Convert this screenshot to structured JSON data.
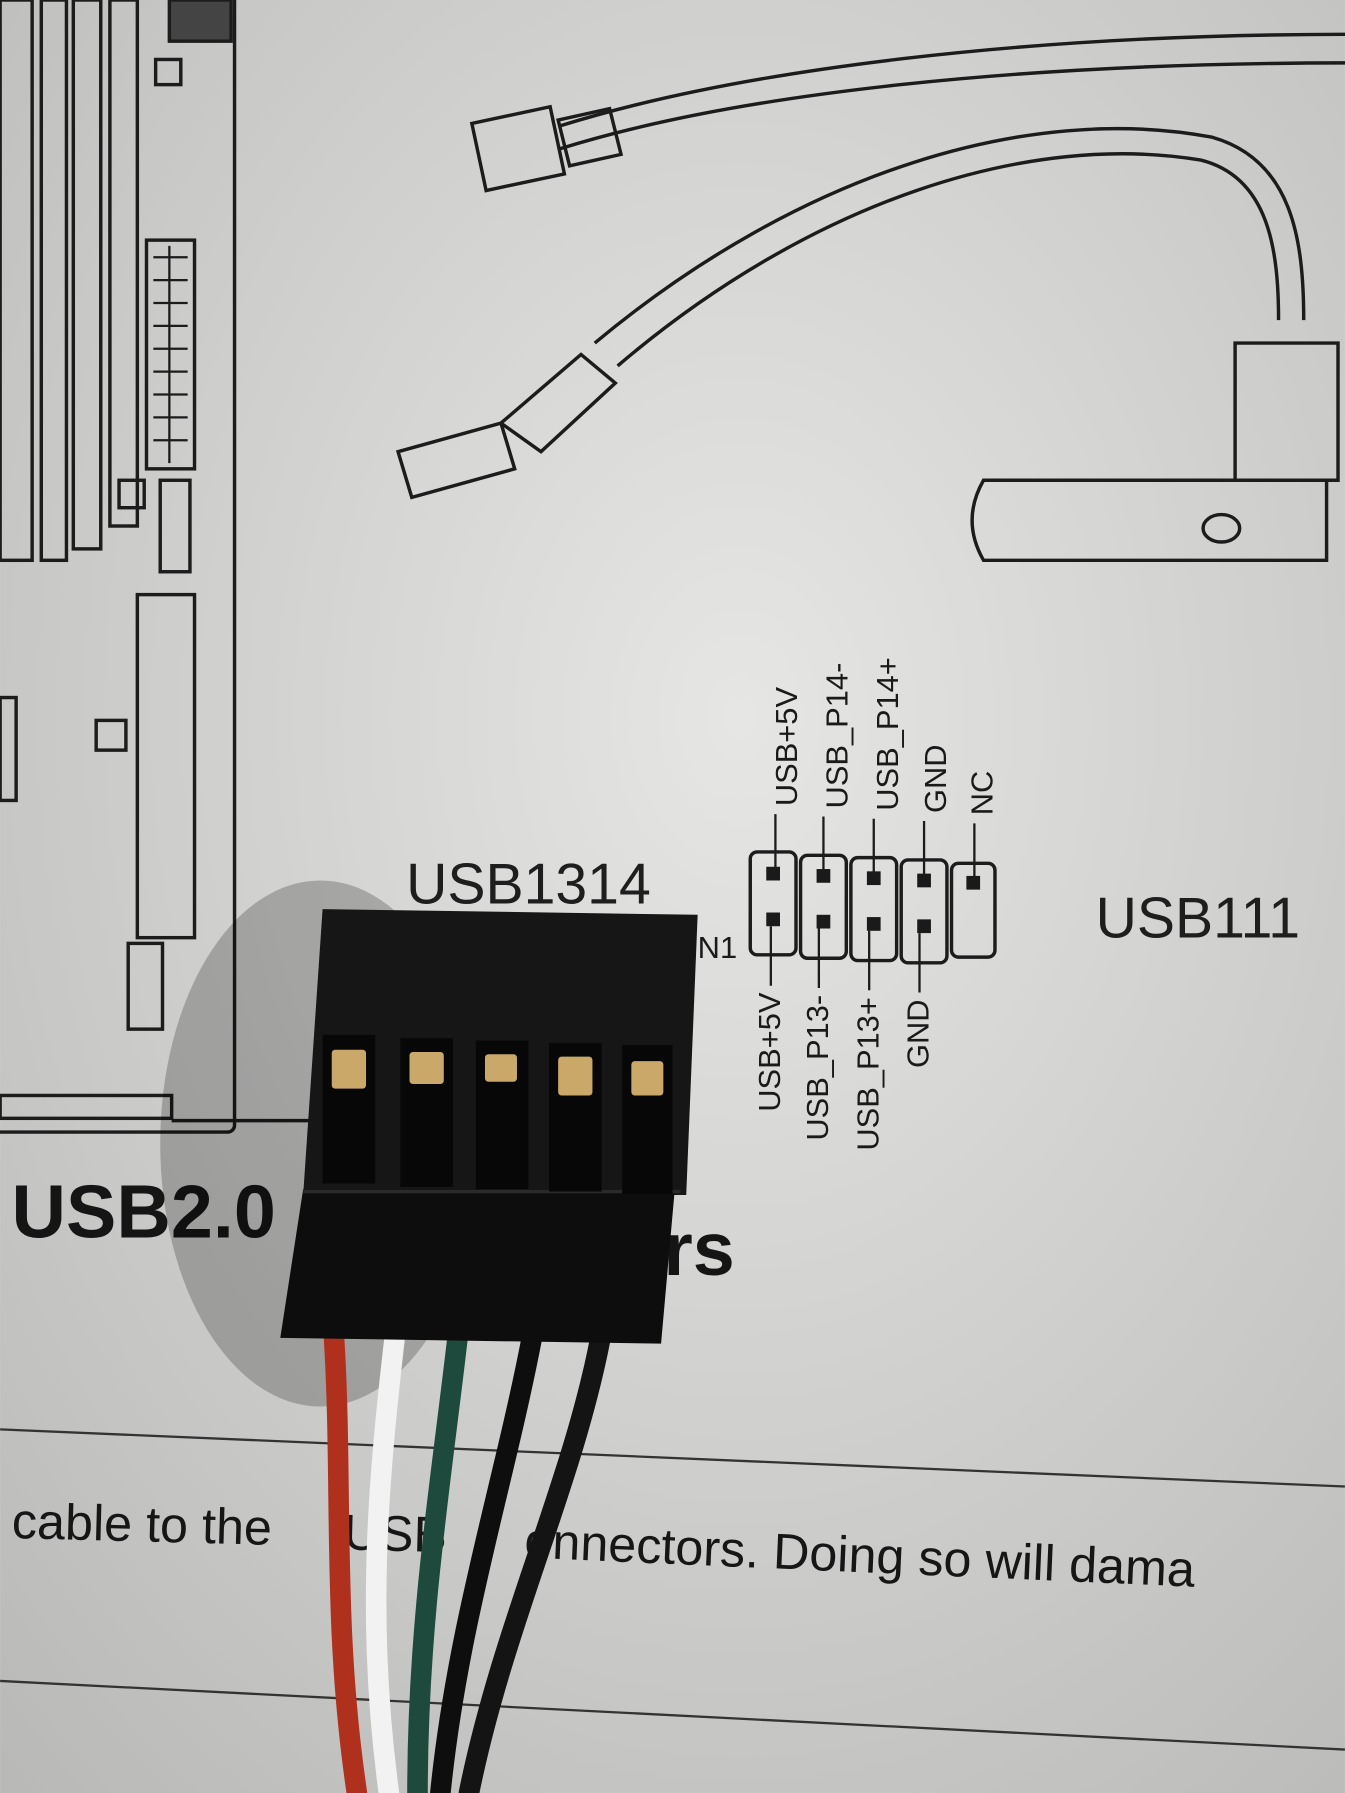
{
  "header_labels": {
    "connector_name": "USB1314",
    "neighbor_connector": "USB111",
    "pin_one_marker": "N1"
  },
  "pins_top": [
    "USB+5V",
    "USB_P14-",
    "USB_P14+",
    "GND",
    "NC"
  ],
  "pins_bottom": [
    "USB+5V",
    "USB_P13-",
    "USB_P13+",
    "GND"
  ],
  "section_heading": {
    "left": "USB2.0",
    "right": "rs"
  },
  "body_text": {
    "part1": "cable to the",
    "part2": "USB",
    "part3": "onnectors. Doing so will dama"
  },
  "colors": {
    "paper": "#d9d9d7",
    "ink": "#1a1a1a",
    "connector": "#121212",
    "wire_red": "#b0301e",
    "wire_white": "#f2f2f2",
    "wire_green": "#1d4a3c",
    "wire_black": "#0e0e0e",
    "contact_gold": "#c9a86a"
  }
}
